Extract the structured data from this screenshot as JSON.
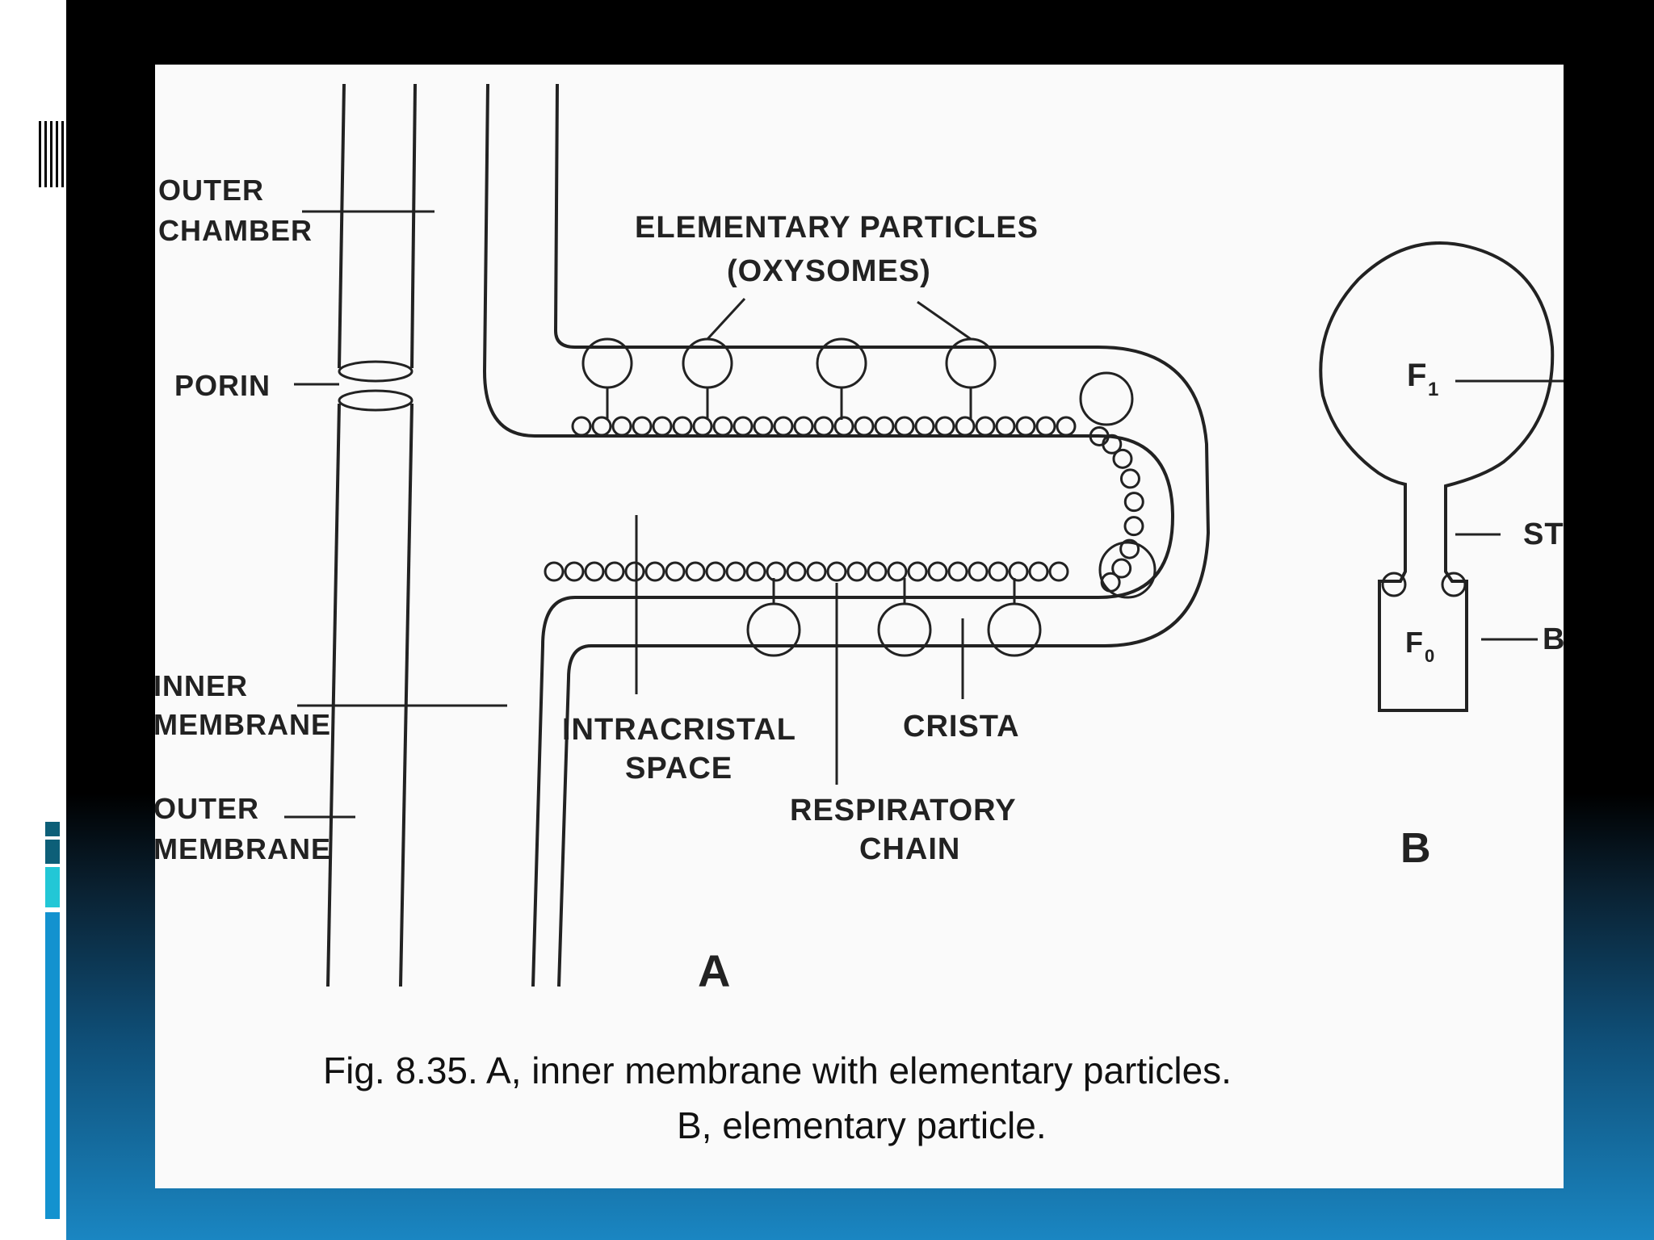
{
  "labels": {
    "outer_chamber": [
      "OUTER",
      "CHAMBER"
    ],
    "porin": "PORIN",
    "inner_membrane": [
      "INNER",
      "MEMBRANE"
    ],
    "outer_membrane": [
      "OUTER",
      "MEMBRANE"
    ],
    "elementary_particles": [
      "ELEMENTARY PARTICLES",
      "(OXYSOMES)"
    ],
    "intracristal_space": [
      "INTRACRISTAL",
      "SPACE"
    ],
    "crista": "CRISTA",
    "respiratory_chain": [
      "RESPIRATORY",
      "CHAIN"
    ],
    "panel_a": "A",
    "panel_b": "B",
    "f1": "F",
    "f1_sub": "1",
    "f0": "F",
    "f0_sub": "0",
    "stalk": "ST",
    "base": "B"
  },
  "caption": {
    "line1": "Fig. 8.35. A, inner membrane with elementary particles.",
    "line2": "B, elementary particle."
  },
  "colors": {
    "slide_top": "#000000",
    "slide_bottom": "#1a86c2",
    "panel": "#fafafa",
    "ink": "#222222",
    "accent_dark": "#0d5f78",
    "accent_cyan": "#22c7d6",
    "accent_blue": "#1392cf"
  }
}
